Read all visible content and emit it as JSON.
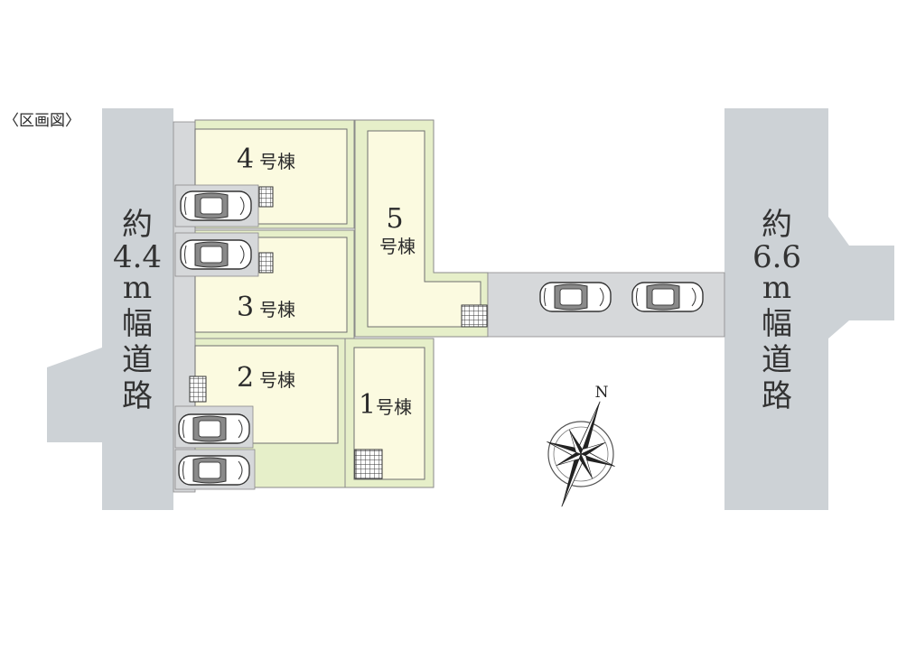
{
  "title": "〈区画図〉",
  "roads": {
    "west": {
      "lines": [
        "約",
        "4.4",
        "m",
        "幅",
        "道",
        "路"
      ]
    },
    "east": {
      "lines": [
        "約",
        "6.6",
        "m",
        "幅",
        "道",
        "路"
      ]
    }
  },
  "lots": [
    {
      "id": "4",
      "num": "4",
      "suffix": "号棟"
    },
    {
      "id": "3",
      "num": "3",
      "suffix": "号棟"
    },
    {
      "id": "2",
      "num": "2",
      "suffix": "号棟"
    },
    {
      "id": "1",
      "num": "1",
      "suffix": "号棟"
    },
    {
      "id": "5",
      "num": "5",
      "suffix": "号棟"
    }
  ],
  "compass": {
    "label": "N"
  },
  "colors": {
    "road": "#cdd2d6",
    "lot_green": "#e6efc9",
    "building_yellow": "#fbfae0",
    "parking_gray": "#d6d8da",
    "outline": "#6f6f6f"
  }
}
